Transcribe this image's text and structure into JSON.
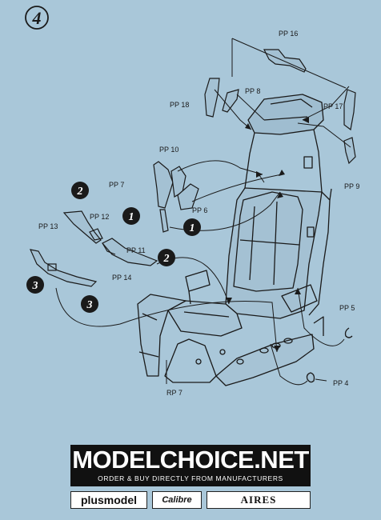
{
  "step_number": "4",
  "part_labels": [
    "PP 16",
    "PP 8",
    "PP 18",
    "PP 17",
    "PP 10",
    "PP 7",
    "PP 6",
    "PP 12",
    "PP 13",
    "PP 11",
    "PP 14",
    "PP 9",
    "PP 5",
    "PP 4",
    "RP 7"
  ],
  "sequence_markers": [
    "1",
    "1",
    "2",
    "2",
    "3",
    "3"
  ],
  "banner": {
    "brand": "MODELCHOICE.NET",
    "tagline": "ORDER & BUY DIRECTLY FROM MANUFACTURERS",
    "logos": [
      "plusmodel",
      "Calibre",
      "AIRES"
    ]
  },
  "colors": {
    "background": "#a9c7d9",
    "ink": "#1a1a1a",
    "banner": "#111111"
  }
}
